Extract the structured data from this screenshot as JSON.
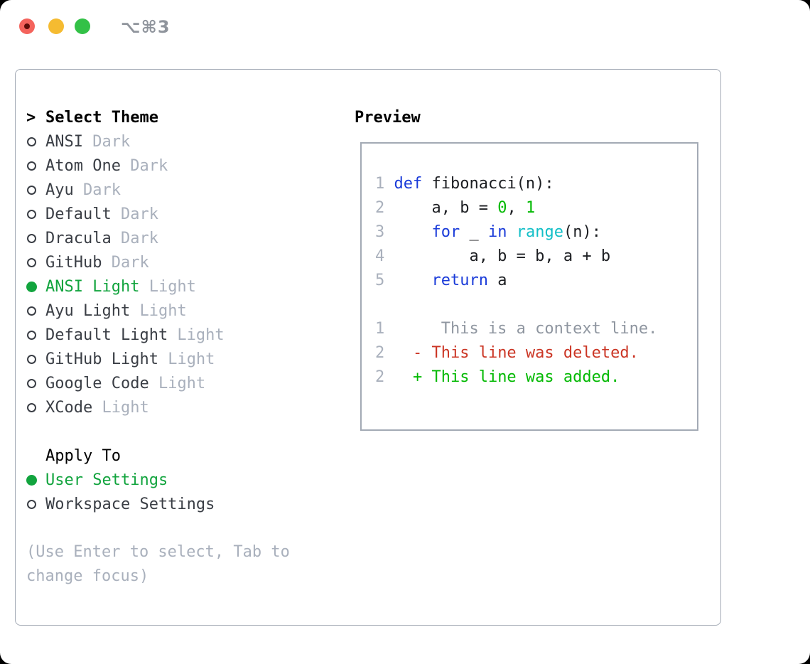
{
  "window": {
    "title": "⌥⌘3",
    "controls": [
      {
        "name": "close",
        "color": "#f4635c"
      },
      {
        "name": "minimize",
        "color": "#f5bb31"
      },
      {
        "name": "zoom",
        "color": "#33c147"
      }
    ]
  },
  "theme_list": {
    "title_prefix": ">",
    "title": "Select Theme",
    "items": [
      {
        "name": "ANSI",
        "variant": "Dark",
        "selected": false
      },
      {
        "name": "Atom One",
        "variant": "Dark",
        "selected": false
      },
      {
        "name": "Ayu",
        "variant": "Dark",
        "selected": false
      },
      {
        "name": "Default",
        "variant": "Dark",
        "selected": false
      },
      {
        "name": "Dracula",
        "variant": "Dark",
        "selected": false
      },
      {
        "name": "GitHub",
        "variant": "Dark",
        "selected": false
      },
      {
        "name": "ANSI Light",
        "variant": "Light",
        "selected": true
      },
      {
        "name": "Ayu Light",
        "variant": "Light",
        "selected": false
      },
      {
        "name": "Default Light",
        "variant": "Light",
        "selected": false
      },
      {
        "name": "GitHub Light",
        "variant": "Light",
        "selected": false
      },
      {
        "name": "Google Code",
        "variant": "Light",
        "selected": false
      },
      {
        "name": "XCode",
        "variant": "Light",
        "selected": false
      }
    ]
  },
  "apply_to": {
    "title": "Apply To",
    "options": [
      {
        "label": "User Settings",
        "selected": true
      },
      {
        "label": "Workspace Settings",
        "selected": false
      }
    ]
  },
  "help_text": "(Use Enter to select, Tab to change focus)",
  "preview": {
    "title": "Preview",
    "code_lines": [
      {
        "num": "1",
        "segments": [
          {
            "t": "def",
            "c": "kw"
          },
          {
            "t": " fibonacci(n):",
            "c": "fg"
          }
        ]
      },
      {
        "num": "2",
        "segments": [
          {
            "t": "    a, b = ",
            "c": "fg"
          },
          {
            "t": "0",
            "c": "num"
          },
          {
            "t": ", ",
            "c": "fg"
          },
          {
            "t": "1",
            "c": "num"
          }
        ]
      },
      {
        "num": "3",
        "segments": [
          {
            "t": "    ",
            "c": "fg"
          },
          {
            "t": "for",
            "c": "kw"
          },
          {
            "t": " _ ",
            "c": "fg"
          },
          {
            "t": "in",
            "c": "kw"
          },
          {
            "t": " ",
            "c": "fg"
          },
          {
            "t": "range",
            "c": "fn"
          },
          {
            "t": "(n):",
            "c": "fg"
          }
        ]
      },
      {
        "num": "4",
        "segments": [
          {
            "t": "        a, b = b, a + b",
            "c": "fg"
          }
        ]
      },
      {
        "num": "5",
        "segments": [
          {
            "t": "    ",
            "c": "fg"
          },
          {
            "t": "return",
            "c": "kw"
          },
          {
            "t": " a",
            "c": "fg"
          }
        ]
      }
    ],
    "diff_lines": [
      {
        "num": "1",
        "segments": [
          {
            "t": "     This is a context line.",
            "c": "ctx"
          }
        ]
      },
      {
        "num": "2",
        "segments": [
          {
            "t": "  ",
            "c": "fg"
          },
          {
            "t": "- This line was deleted.",
            "c": "del"
          }
        ]
      },
      {
        "num": "2",
        "segments": [
          {
            "t": "  ",
            "c": "fg"
          },
          {
            "t": "+ This line was added.",
            "c": "add"
          }
        ]
      }
    ]
  },
  "colors": {
    "selection_green": "#12a43e",
    "keyword_blue": "#1a3bd9",
    "function_cyan": "#12bfc7",
    "number_green": "#02b902",
    "diff_added_green": "#02b902",
    "diff_deleted_red": "#cb3524",
    "muted_gray": "#a9b0bc",
    "border_gray": "#a3aab5"
  }
}
